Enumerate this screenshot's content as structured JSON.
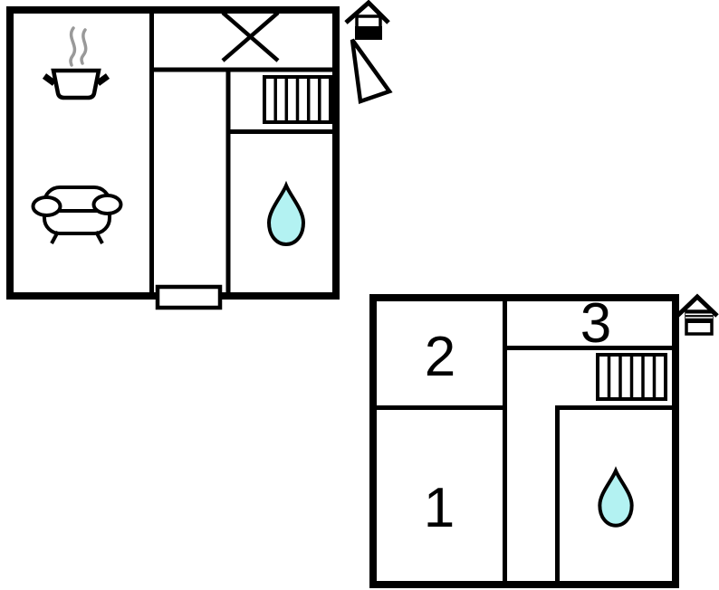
{
  "document": {
    "type": "vacation-home-floor-plan",
    "background": "#ffffff"
  },
  "colors": {
    "wall": "#000000",
    "water_drop_fill": "#b3f2f2",
    "steam_gray": "#999999"
  },
  "plans": [
    {
      "name": "ground-floor",
      "floor_indicator": "house-icon-lower-half-filled",
      "features": [
        "kitchen-hob-icon",
        "sofa-icon",
        "crossed-area-x-icon",
        "radiator-icon",
        "water-drop-icon",
        "entrance-door",
        "entrance-arrow-icon"
      ],
      "room_labels": []
    },
    {
      "name": "upper-floor",
      "floor_indicator": "house-icon-upper-half-striped",
      "features": [
        "radiator-icon",
        "water-drop-icon"
      ],
      "room_labels": [
        "1",
        "2",
        "3"
      ]
    }
  ]
}
